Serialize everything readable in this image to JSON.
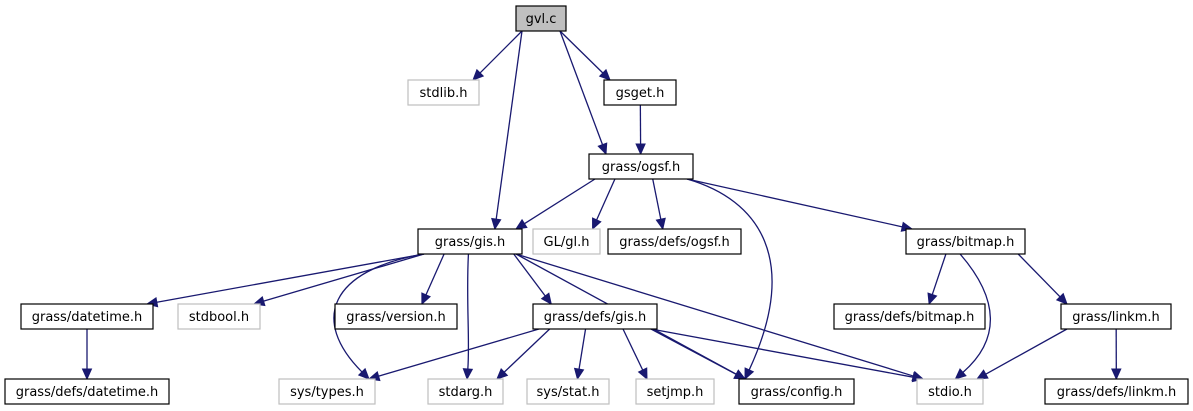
{
  "diagram": {
    "type": "include-dependency-graph",
    "colors": {
      "edge": "#191970",
      "documented_border": "#000000",
      "undocumented_border": "#bfbfbf",
      "root_fill": "#bfbfbf",
      "node_fill": "#ffffff"
    },
    "nodes": [
      {
        "id": "gvl_c",
        "label": "gvl.c",
        "kind": "root"
      },
      {
        "id": "stdlib_h",
        "label": "stdlib.h",
        "kind": "external"
      },
      {
        "id": "gsget_h",
        "label": "gsget.h",
        "kind": "documented"
      },
      {
        "id": "ogsf_h",
        "label": "grass/ogsf.h",
        "kind": "documented"
      },
      {
        "id": "gis_h",
        "label": "grass/gis.h",
        "kind": "documented"
      },
      {
        "id": "gl_h",
        "label": "GL/gl.h",
        "kind": "external"
      },
      {
        "id": "defs_ogsf_h",
        "label": "grass/defs/ogsf.h",
        "kind": "documented"
      },
      {
        "id": "bitmap_h",
        "label": "grass/bitmap.h",
        "kind": "documented"
      },
      {
        "id": "datetime_h",
        "label": "grass/datetime.h",
        "kind": "documented"
      },
      {
        "id": "stdbool_h",
        "label": "stdbool.h",
        "kind": "external"
      },
      {
        "id": "version_h",
        "label": "grass/version.h",
        "kind": "documented"
      },
      {
        "id": "defs_gis_h",
        "label": "grass/defs/gis.h",
        "kind": "documented"
      },
      {
        "id": "defs_bitmap_h",
        "label": "grass/defs/bitmap.h",
        "kind": "documented"
      },
      {
        "id": "linkm_h",
        "label": "grass/linkm.h",
        "kind": "documented"
      },
      {
        "id": "defs_datetime_h",
        "label": "grass/defs/datetime.h",
        "kind": "documented"
      },
      {
        "id": "sys_types_h",
        "label": "sys/types.h",
        "kind": "external"
      },
      {
        "id": "stdarg_h",
        "label": "stdarg.h",
        "kind": "external"
      },
      {
        "id": "sys_stat_h",
        "label": "sys/stat.h",
        "kind": "external"
      },
      {
        "id": "setjmp_h",
        "label": "setjmp.h",
        "kind": "external"
      },
      {
        "id": "config_h",
        "label": "grass/config.h",
        "kind": "documented"
      },
      {
        "id": "stdio_h",
        "label": "stdio.h",
        "kind": "external"
      },
      {
        "id": "defs_linkm_h",
        "label": "grass/defs/linkm.h",
        "kind": "documented"
      }
    ],
    "edges": [
      {
        "from": "gvl_c",
        "to": "stdlib_h"
      },
      {
        "from": "gvl_c",
        "to": "gis_h"
      },
      {
        "from": "gvl_c",
        "to": "ogsf_h"
      },
      {
        "from": "gvl_c",
        "to": "gsget_h"
      },
      {
        "from": "gsget_h",
        "to": "ogsf_h"
      },
      {
        "from": "ogsf_h",
        "to": "gis_h"
      },
      {
        "from": "ogsf_h",
        "to": "gl_h"
      },
      {
        "from": "ogsf_h",
        "to": "defs_ogsf_h"
      },
      {
        "from": "ogsf_h",
        "to": "config_h"
      },
      {
        "from": "ogsf_h",
        "to": "bitmap_h"
      },
      {
        "from": "gis_h",
        "to": "datetime_h"
      },
      {
        "from": "gis_h",
        "to": "stdbool_h"
      },
      {
        "from": "gis_h",
        "to": "sys_types_h"
      },
      {
        "from": "gis_h",
        "to": "version_h"
      },
      {
        "from": "gis_h",
        "to": "stdarg_h"
      },
      {
        "from": "gis_h",
        "to": "defs_gis_h"
      },
      {
        "from": "gis_h",
        "to": "config_h"
      },
      {
        "from": "gis_h",
        "to": "stdio_h"
      },
      {
        "from": "datetime_h",
        "to": "defs_datetime_h"
      },
      {
        "from": "defs_gis_h",
        "to": "sys_types_h"
      },
      {
        "from": "defs_gis_h",
        "to": "stdarg_h"
      },
      {
        "from": "defs_gis_h",
        "to": "sys_stat_h"
      },
      {
        "from": "defs_gis_h",
        "to": "setjmp_h"
      },
      {
        "from": "defs_gis_h",
        "to": "config_h"
      },
      {
        "from": "defs_gis_h",
        "to": "stdio_h"
      },
      {
        "from": "bitmap_h",
        "to": "defs_bitmap_h"
      },
      {
        "from": "bitmap_h",
        "to": "stdio_h"
      },
      {
        "from": "bitmap_h",
        "to": "linkm_h"
      },
      {
        "from": "linkm_h",
        "to": "stdio_h"
      },
      {
        "from": "linkm_h",
        "to": "defs_linkm_h"
      }
    ]
  }
}
